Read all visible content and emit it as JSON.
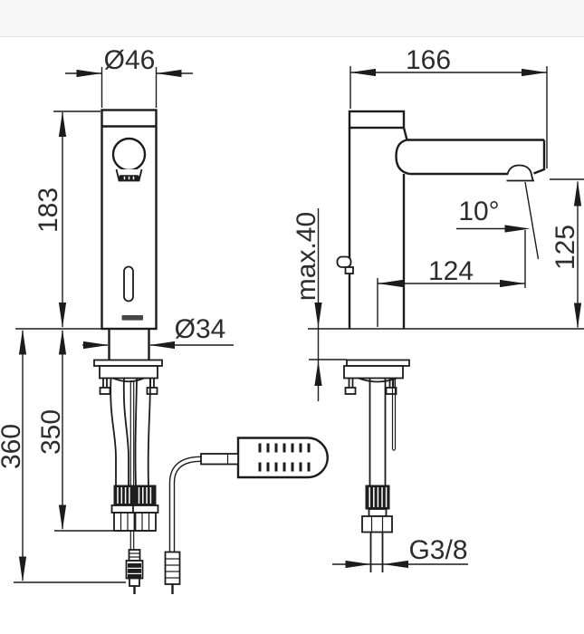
{
  "header": {
    "band_color": "#f7f7f7"
  },
  "drawing": {
    "kind": "technical-dimension-drawing",
    "subject": "sensor basin mixer tap, front and side views with installation parts",
    "views": {
      "front_view": {
        "dim_top_diameter": "Ø46",
        "dim_body_height": "183",
        "dim_shaft_diameter": "Ø34",
        "dim_hose_length": "350",
        "dim_cable_length": "360",
        "brand_mark": "illegible-logo-smudge"
      },
      "side_view": {
        "dim_total_depth": "166",
        "dim_spray_angle": "10°",
        "dim_spout_reach": "124",
        "dim_outlet_height": "125",
        "dim_max_deck_thickness": "max.40",
        "dim_supply_thread": "G3/8"
      }
    },
    "colors": {
      "line": "#1c1c1c",
      "text": "#2d2d2d"
    }
  }
}
